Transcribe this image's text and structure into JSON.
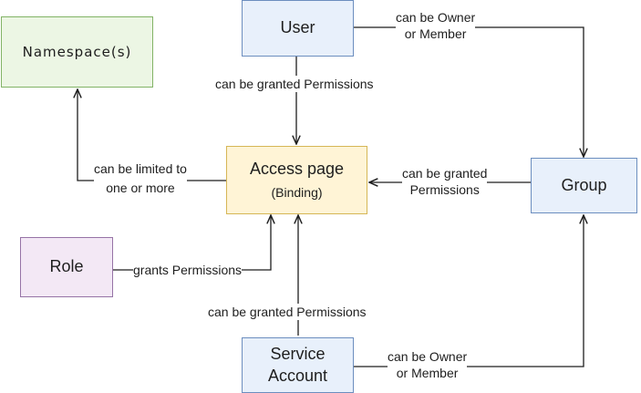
{
  "nodes": {
    "user": "User",
    "namespace": "Namespace(s)",
    "access_page": "Access page",
    "access_page_sub": "(Binding)",
    "group": "Group",
    "role": "Role",
    "service_account_line1": "Service",
    "service_account_line2": "Account"
  },
  "edges": {
    "user_group_1": "can be Owner",
    "user_group_2": "or Member",
    "user_access": "can be granted Permissions",
    "access_ns_1": "can be limited to",
    "access_ns_2": "one or more",
    "group_access_1": "can be granted",
    "group_access_2": "Permissions",
    "role_access": "grants Permissions",
    "sa_access": "can be granted Permissions",
    "sa_group_1": "can be Owner",
    "sa_group_2": "or Member"
  },
  "colors": {
    "blue_stroke": "#6c8ebf",
    "yellow_stroke": "#d6b656",
    "green_stroke": "#82b366",
    "purple_stroke": "#9673a6",
    "line": "#1e1e1e"
  }
}
